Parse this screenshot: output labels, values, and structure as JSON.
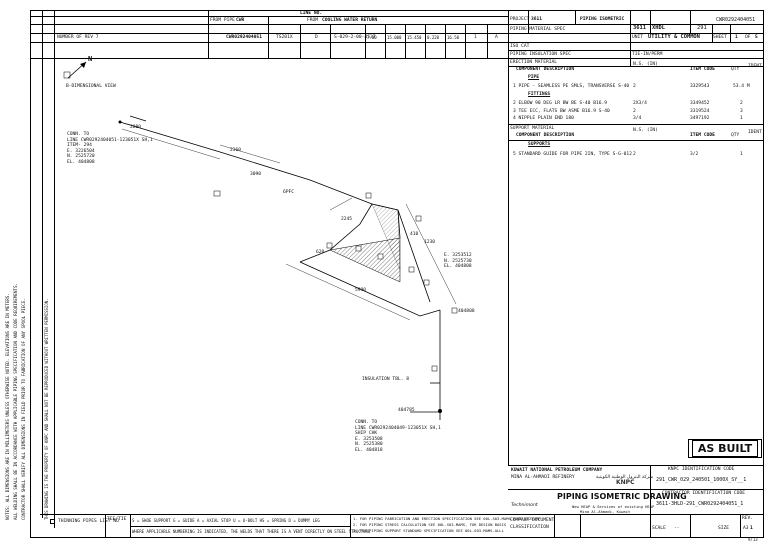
{
  "header": {
    "line_no_label": "LINE NO.",
    "from_label": "FROM PIPE",
    "from_value": "CWR",
    "fluid_label": "FROM",
    "fluid_value": "COOLING WATER RETURN",
    "line_code": "CWR0292404051",
    "spec": "TS201X",
    "size_class": "D",
    "drawing_ref": "S-029-2-00-4537",
    "values": [
      "7.00",
      "15.000",
      "15.450",
      "0.220",
      "16.50",
      "1",
      "A"
    ],
    "revision_row": "NUMBER OF REV 7"
  },
  "title_right": {
    "project_label": "PROJECT",
    "project_no": "3611",
    "doc_type": "PIPING ISOMETRIC",
    "plant_no": "3611",
    "unit_code": "XHDL",
    "area": "291",
    "line_no": "CWR0292404051",
    "unit_label": "UNIT",
    "unit_value": "UTILITY & COMMON",
    "sheet_label": "SHEET",
    "sheet": "1",
    "of_label": "OF",
    "of": "5",
    "pipe_spec_row": "PIPING MATERIAL SPEC",
    "cs_label": "ISO CAT",
    "insulation_row": "PIPING INSULATION SPEC",
    "tie_label": "TIE-IN/PERM"
  },
  "bom": {
    "erect_title": "ERECTION MATERIAL",
    "col_component": "COMPONENT DESCRIPTION",
    "col_size": "N.S. (IN)",
    "col_code": "ITEM CODE",
    "col_qty": "QTY",
    "col_ident": "IDENT",
    "pipe_header": "PIPE",
    "pipe_item": "1  PIPE - SEAMLESS PE SMLS, TRANSVERSE S-40",
    "pipe_size": "2",
    "pipe_code": "3329543",
    "pipe_qty": "53.4 M",
    "fittings_header": "FITTINGS",
    "fit1": "2  ELBOW 90 DEG LR BW BE S-40 B16.9",
    "fit1_size": "2X3/4",
    "fit1_code": "3349452",
    "fit1_qty": "2",
    "fit2": "3  TEE ECC, FLATS BW ASME B16.9 S-40",
    "fit2b": "4  NIPPLE PLAIN END 180",
    "fit2_size": "2",
    "fit2_code": "3319524",
    "fit2_qty": "3",
    "fit3_size": "3/4",
    "fit3_code": "3497192",
    "fit3_qty": "1",
    "support_title": "SUPPORT MATERIAL",
    "support_header": "SUPPORTS",
    "sup1": "5  STANDARD GUIDE FOR PIPE 2IN, TYPE S-G-012",
    "sup1_size": "2",
    "sup1_code": "3/2",
    "sup1_qty": "1"
  },
  "drawing": {
    "north": "N",
    "legend": "B-DIMENSIONAL VIEW",
    "conn_top": [
      "CONN. TO",
      "LINE CWR0292404051-123051X SH,1",
      "ITEM- 294",
      "E. 3226504",
      "N. 2525720",
      "EL. 404808"
    ],
    "conn_bottom": [
      "CONN. TO",
      "LINE CWR0292404049-123051X SH,1",
      "SHIP CHK",
      "E. 3253508",
      "N. 2525380",
      "EL. 404818"
    ],
    "coord_right": [
      "E. 3253512",
      "N. 2525730",
      "EL. 404808"
    ],
    "insulation": "INSULATION  TBL. 8",
    "weld1": "404808",
    "weld2": "404785",
    "dim1": "2360",
    "dim2": "3090",
    "dim3": "2245",
    "dim4": "5990",
    "dim5": "1230",
    "dim6": "2880",
    "dim7": "620",
    "dim8": "410",
    "flow": "6PFC"
  },
  "notes": {
    "left_row": "REVISION REFERENCE",
    "tee_label": "TEE/TIE",
    "notes_text": "1. FOR PIPING FABRICATION AND ERECTION SPECIFICATION SEE 00L-S03-MAMS-FLUS_SIZ5UPP",
    "note2": "2. FOR PIPING STRESS CALCULATION SEE 00L-S03-MAMS, FOR DESIGN BASIS",
    "note3": "3. FOR PIPING SUPPORT STANDARD SPECIFICATION SEE 00L-S03-MAMS-ALLL",
    "legend_row": "S = SHOE SUPPORT   G = GUIDE   A = AXIAL STOP   U = U-BOLT   HS = SPRING   D = DUMMY LEG",
    "weld_note": "WHERE APPLICABLE NUMBERING IS INDICATED, THE WELDS THAT THERE IS A VENT DIRECTLY ON STEEL STRUCTURE",
    "thinning": "THINNING PIPES LIST NO"
  },
  "titleblock": {
    "as_built": "AS BUILT",
    "company": "KUWAIT NATIONAL PETROLEUM COMPANY",
    "refinery": "MINA AL-AHMADI REFINERY",
    "arabic": "شركة البترول الوطنية الكويتية",
    "knpc": "KNPC",
    "owner_label": "KNPC IDENTIFICATION CODE",
    "owner_code": "291_CWR_029_240501_1000X_SY__1",
    "contractor_label": "CONTRACTOR IDENTIFICATION CODE",
    "contractor_code": "3611-3HLD-291_CWR0292404051_1",
    "drawing_title": "PIPING ISOMETRIC DRAWING",
    "subtitle1": "New HEAP & Services of existing HEAP",
    "subtitle2": "Mina Al-Ahmadi, Kuwait",
    "rev_label": "REV.",
    "rev": "1",
    "scale_label": "SCALE",
    "scale": "--",
    "size_label": "SIZE",
    "size": "A3",
    "company_doc": "COMPANY DOCUMENT",
    "class": "CLASSIFICATION",
    "contractor_name": "Technimont",
    "sheet_no": "9/13"
  },
  "side_notes": [
    "NOTES: ALL DIMENSIONS ARE IN MILLIMETERS UNLESS OTHERWISE NOTED. ELEVATIONS ARE IN METERS.",
    "ALL WELDING SHALL BE IN ACCORDANCE WITH APPLICABLE PIPING SPECIFICATION AND CODE REQUIREMENTS.",
    "CONTRACTOR SHALL VERIFY ALL DIMENSIONS IN FIELD PRIOR TO FABRICATION OF ANY SPOOL PIECE.",
    "THIS DRAWING IS THE PROPERTY OF KNPC AND SHALL NOT BE REPRODUCED WITHOUT WRITTEN PERMISSION."
  ]
}
